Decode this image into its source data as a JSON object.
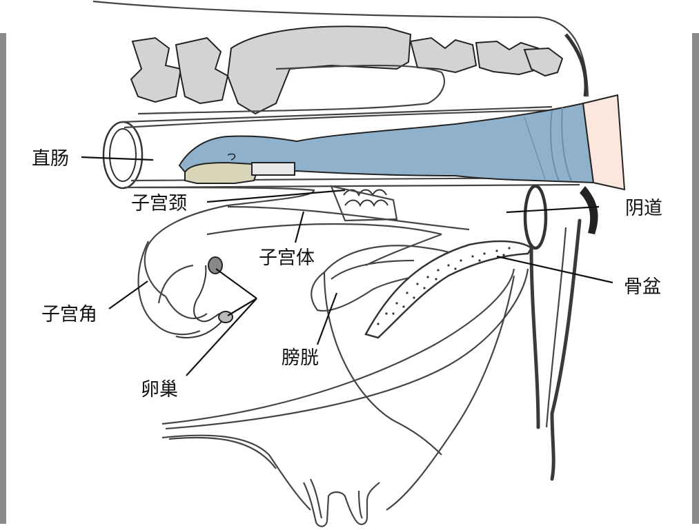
{
  "colors": {
    "sleeve": "#8fb1cc",
    "sleeve_dark": "#6b8eab",
    "skin": "#fbe7dc",
    "bone": "#d3d3d3",
    "probe": "#d8d5b8",
    "side_bars": "#8a8a8a"
  },
  "labels": {
    "rectum": "直肠",
    "cervix": "子宫颈",
    "uterine_body": "子宫体",
    "uterine_horn": "子宫角",
    "ovary": "卵巢",
    "bladder": "膀胱",
    "vagina": "阴道",
    "pelvis": "骨盆"
  }
}
